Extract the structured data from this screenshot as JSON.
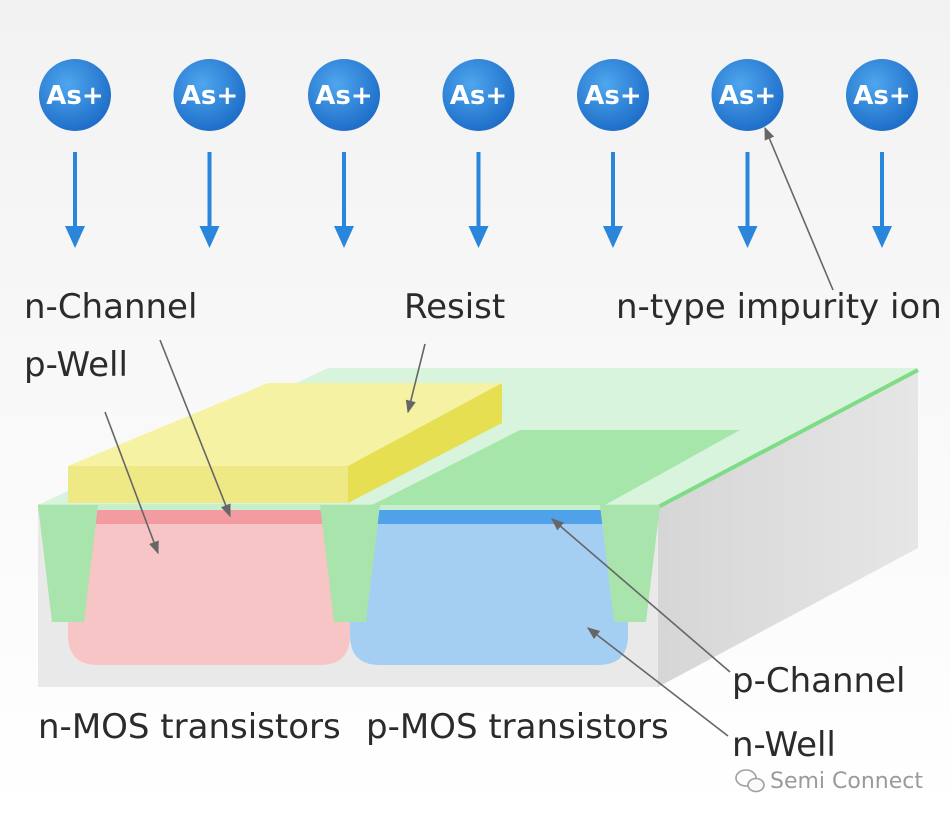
{
  "ion": {
    "label": "As+",
    "count": 7,
    "fill": "#2a86db"
  },
  "labels": {
    "n_channel": "n-Channel",
    "p_well": "p-Well",
    "resist": "Resist",
    "n_type_ion": "n-type impurity ion",
    "nmos": "n-MOS transistors",
    "pmos": "p-MOS transistors",
    "p_channel": "p-Channel",
    "n_well": "n-Well"
  },
  "watermark": "Semi Connect",
  "colors": {
    "arrow": "#2a86db",
    "resist": "#f0ec86",
    "substrate_top": "#d8f3dc",
    "isolation": "#a6e3a9",
    "p_well": "#f7c4c4",
    "n_well": "#a3cdf2",
    "n_channel": "#f29aa0",
    "p_channel": "#4da0e8"
  }
}
